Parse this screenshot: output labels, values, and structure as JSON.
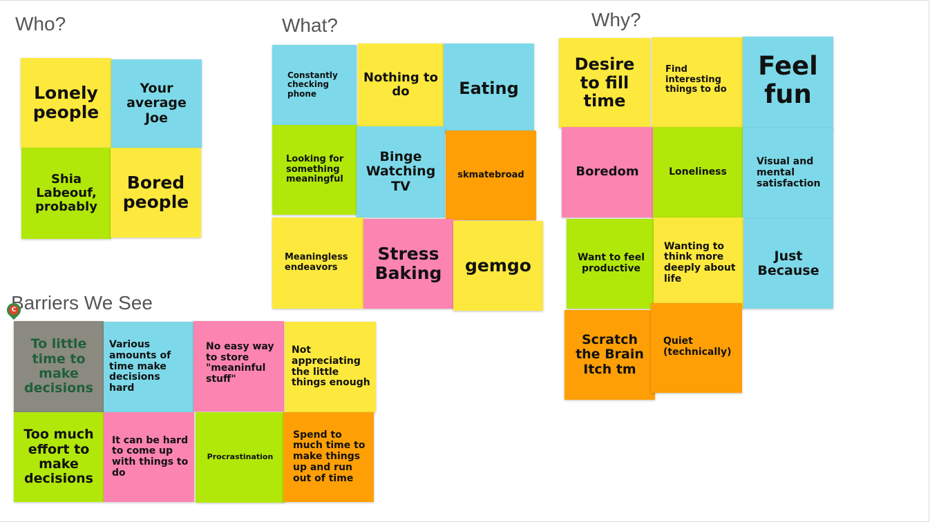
{
  "headings": {
    "who": "Who?",
    "what": "What?",
    "why": "Why?",
    "barriers": "Barriers We See"
  },
  "avatar_initial": "C",
  "who_notes": [
    "Lonely people",
    "Your average Joe",
    "Shia Labeouf, probably",
    "Bored people"
  ],
  "what_notes": [
    "Constantly checking phone",
    "Nothing to do",
    "Eating",
    "Looking for something meaningful",
    "Binge Watching TV",
    "skmatebroad",
    "Meaningless endeavors",
    "Stress Baking",
    "gemgo"
  ],
  "why_notes": [
    "Desire to fill time",
    "Find interesting things to do",
    "Feel fun",
    "Boredom",
    "Loneliness",
    "Visual and mental satisfaction",
    "Want to feel productive",
    "Wanting to think more deeply about life",
    "Just Because",
    "Scratch the Brain Itch tm",
    "Quiet (technically)"
  ],
  "barrier_notes": [
    "To little time to make decisions",
    "Various amounts of time make decisions hard",
    "No easy way to store \"meaninful stuff\"",
    "Not appreciating the little things enough",
    "Too much effort to make decisions",
    "It can be hard to come up with things to do",
    "Procrastination",
    "Spend to much time to make things up and run out of time"
  ],
  "colors": {
    "yellow": "#fde93d",
    "cyan": "#7dd9e9",
    "green": "#b1e80a",
    "orange": "#ff9f06",
    "pink": "#fc84b0",
    "gray": "#8a8a80"
  }
}
